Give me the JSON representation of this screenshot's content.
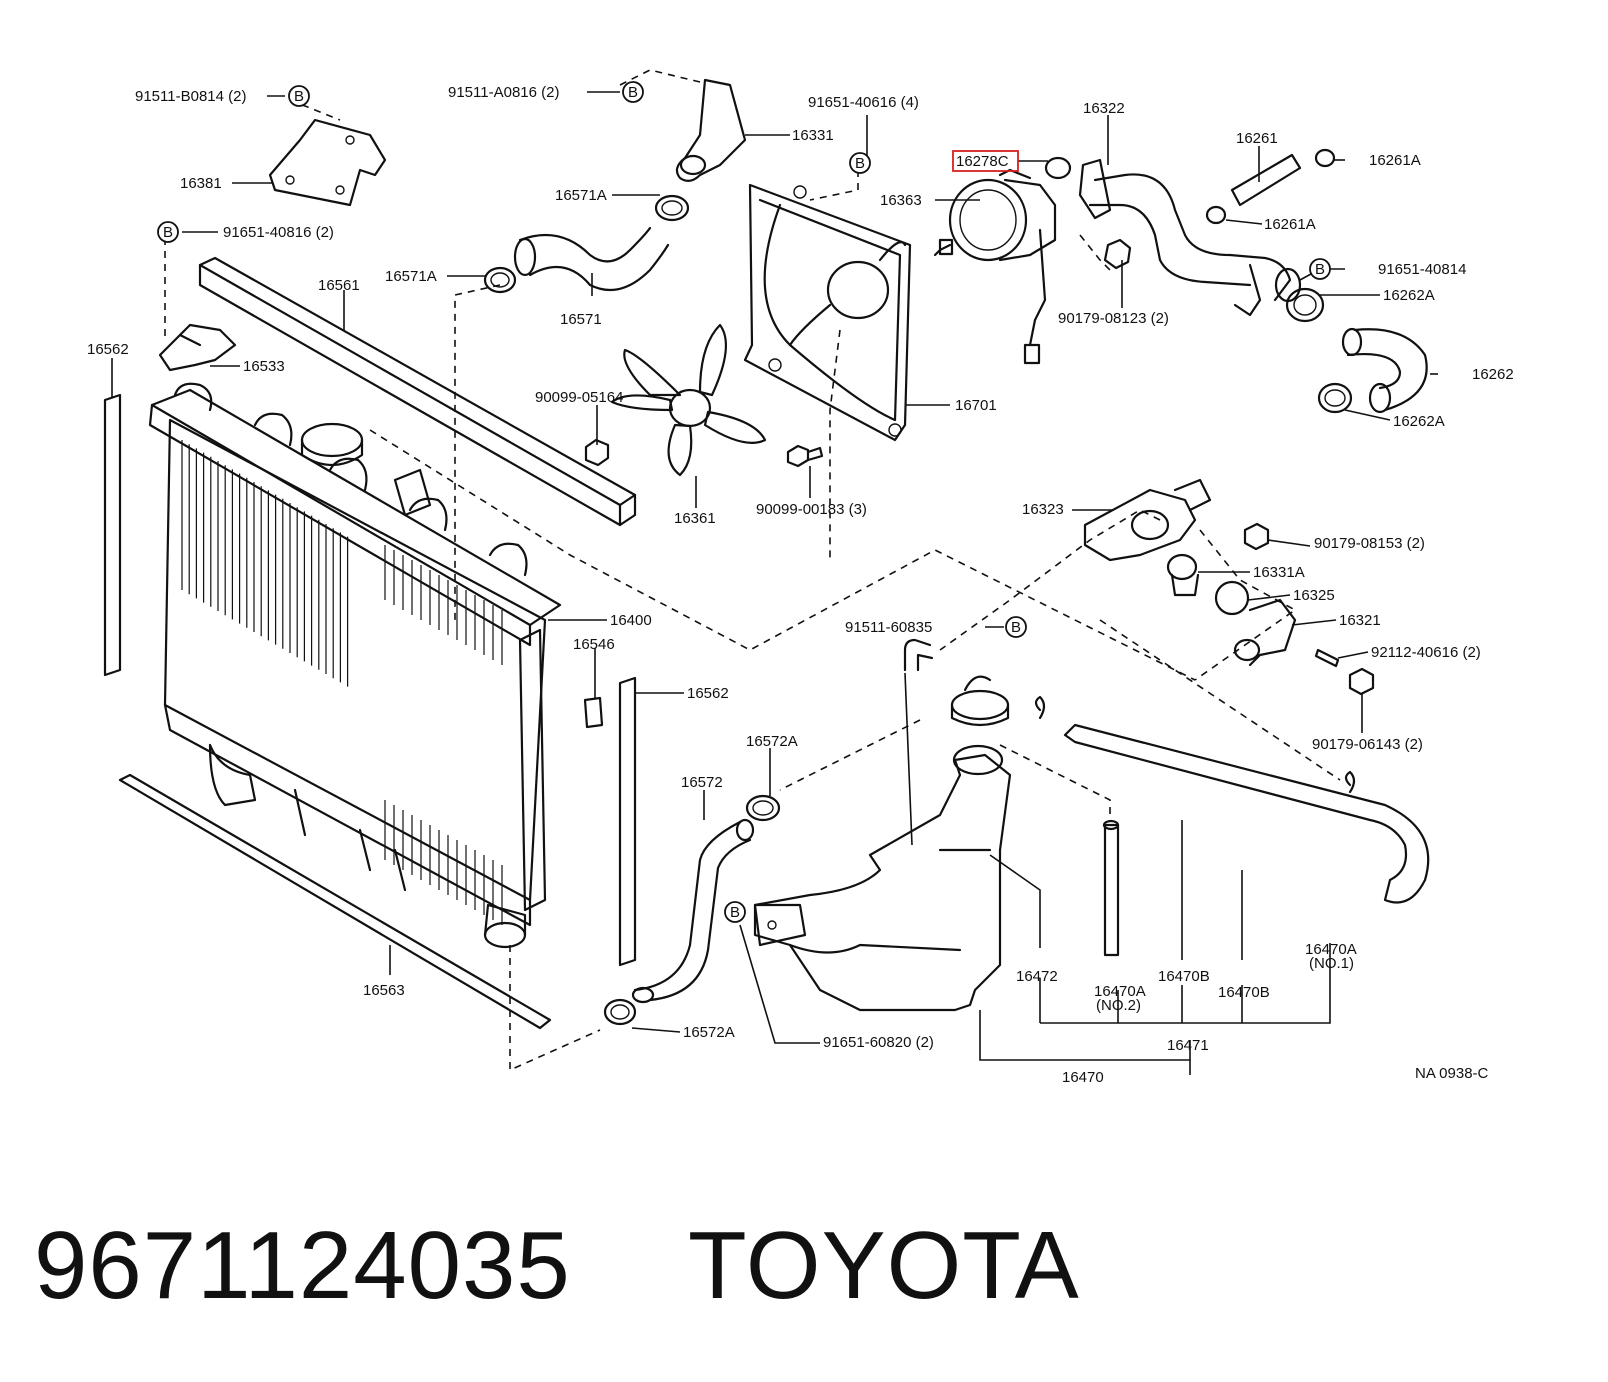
{
  "diagram_code": "NA 0938-C",
  "footer": {
    "part_number": "9671124035",
    "brand": "TOYOTA"
  },
  "marker_letter": "B",
  "highlight_color": "#d62020",
  "labels": [
    "91511-B0814 (2)",
    "91511-A0816 (2)",
    "91651-40616 (4)",
    "16322",
    "16331",
    "16278C",
    "16261",
    "16261A",
    "16381",
    "16571A",
    "16363",
    "16261A",
    "91651-40816 (2)",
    "16571A",
    "16561",
    "91651-40814",
    "90179-08123 (2)",
    "16262A",
    "16562",
    "16571",
    "16533",
    "16262",
    "90099-05164",
    "16701",
    "16262A",
    "16361",
    "90099-00183 (3)",
    "16323",
    "90179-08153 (2)",
    "16331A",
    "16325",
    "16400",
    "16321",
    "91511-60835",
    "16546",
    "92112-40616 (2)",
    "16562",
    "90179-06143 (2)",
    "16572A",
    "16572",
    "16470A",
    "(NO.1)",
    "16472",
    "16470B",
    "16470A",
    "(NO.2)",
    "16470B",
    "16563",
    "16572A",
    "91651-60820 (2)",
    "16471",
    "16470"
  ]
}
